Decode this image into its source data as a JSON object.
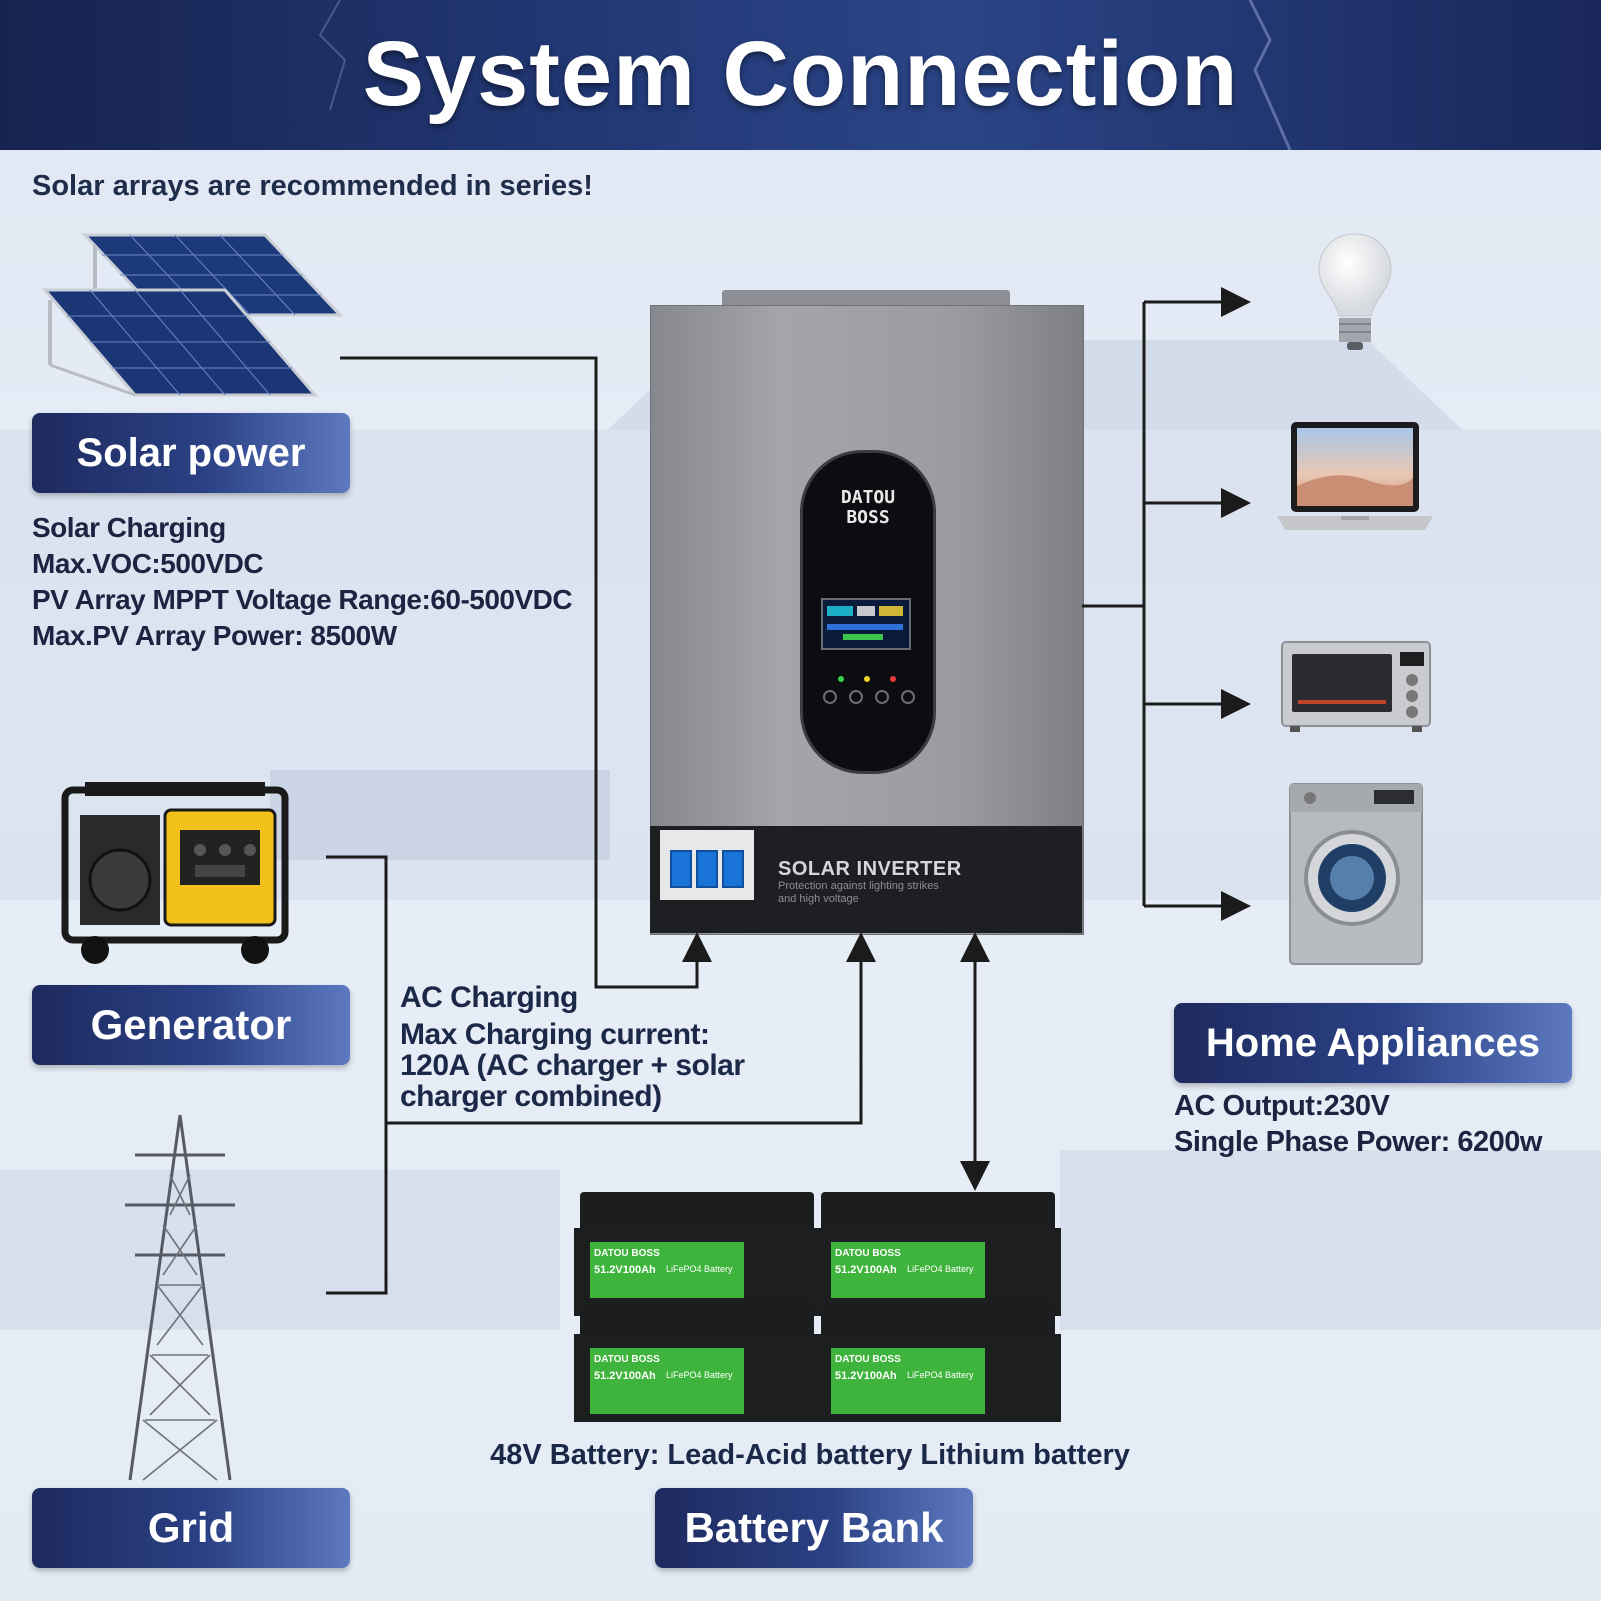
{
  "header": {
    "title": "System Connection"
  },
  "subtitle": "Solar arrays are recommended in series!",
  "solar": {
    "label": "Solar power",
    "specs": [
      "Solar Charging",
      "Max.VOC:500VDC",
      "PV Array MPPT Voltage Range:60-500VDC",
      "Max.PV Array Power: 8500W"
    ]
  },
  "generator": {
    "label": "Generator"
  },
  "grid": {
    "label": "Grid"
  },
  "ac_charging": {
    "lines": [
      "AC Charging",
      "Max Charging current:",
      "120A (AC charger + solar",
      "charger combined)"
    ]
  },
  "inverter": {
    "brand_lines": [
      "DATOU",
      "BOSS"
    ],
    "label": "SOLAR INVERTER",
    "sub_lines": [
      "Protection against lighting strikes",
      "and high voltage"
    ]
  },
  "battery": {
    "caption": "48V Battery: Lead-Acid battery Lithium battery",
    "label": "Battery Bank",
    "unit_brand": "DATOU BOSS",
    "unit_capacity": "51.2V100Ah",
    "unit_type": "LiFePO4 Battery"
  },
  "appliances": {
    "label": "Home Appliances",
    "specs": [
      "AC Output:230V",
      "Single Phase Power: 6200w"
    ]
  },
  "colors": {
    "banner": "#1d2a5e",
    "pill_start": "#1d2a5e",
    "pill_end": "#5d79c0",
    "battery_green": "#3fb43c",
    "breaker_blue": "#1a73d6",
    "wire": "#1b1b1b"
  }
}
